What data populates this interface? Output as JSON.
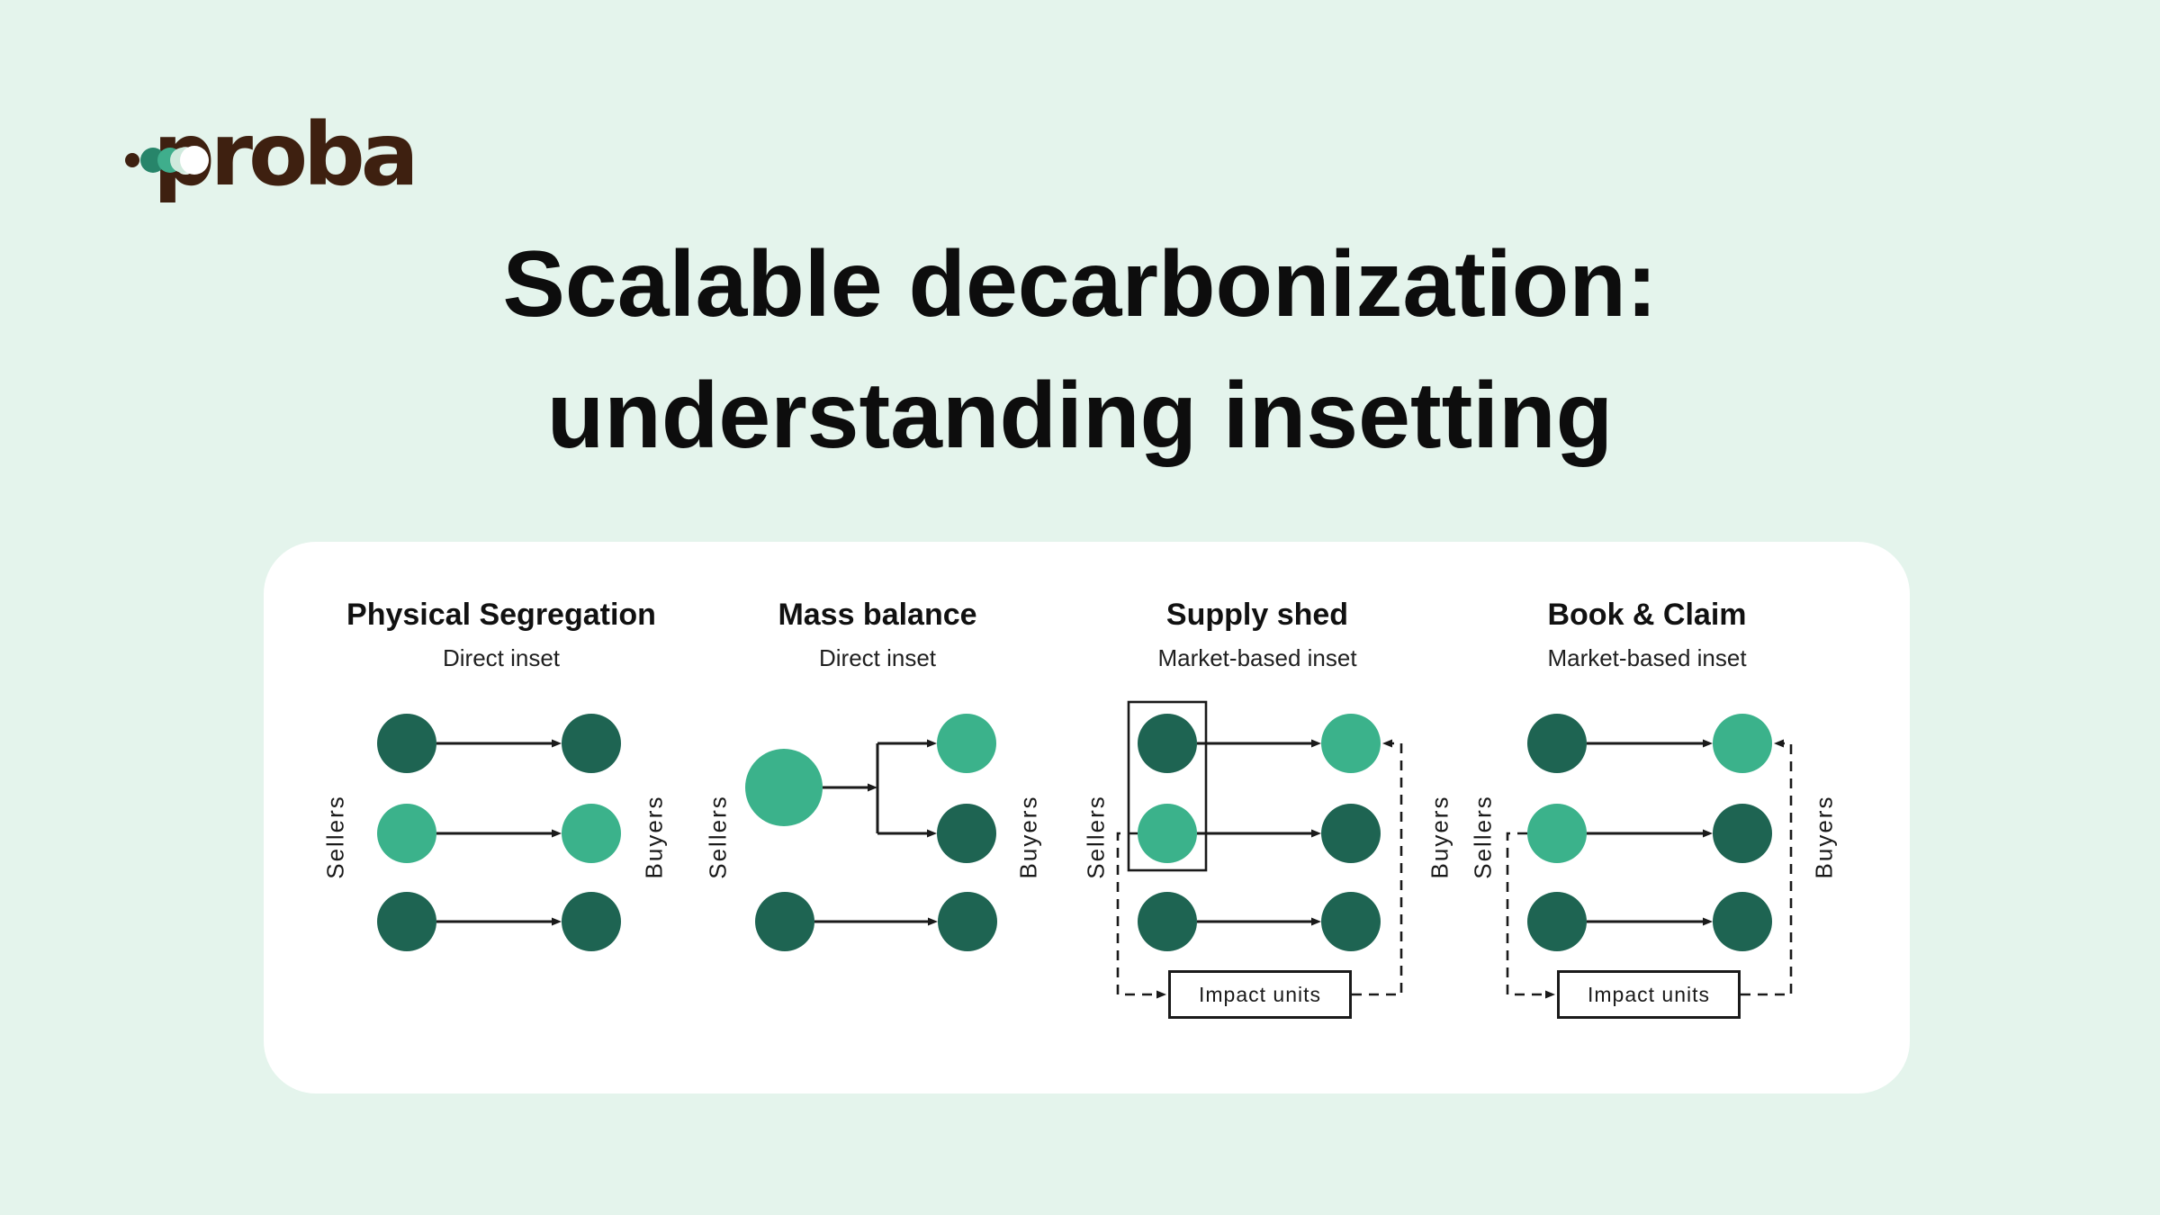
{
  "logo": {
    "text": "proba"
  },
  "title": {
    "line1": "Scalable decarbonization:",
    "line2": "understanding insetting"
  },
  "panels": [
    {
      "title": "Physical Segregation",
      "subtitle": "Direct inset",
      "left_label": "Sellers",
      "right_label": "Buyers"
    },
    {
      "title": "Mass balance",
      "subtitle": "Direct inset",
      "left_label": "Sellers",
      "right_label": "Buyers"
    },
    {
      "title": "Supply shed",
      "subtitle": "Market-based inset",
      "left_label": "Sellers",
      "right_label": "Buyers",
      "box_label": "Impact units"
    },
    {
      "title": "Book & Claim",
      "subtitle": "Market-based inset",
      "left_label": "Sellers",
      "right_label": "Buyers",
      "box_label": "Impact units"
    }
  ],
  "colors": {
    "bg": "#E4F4EC",
    "card": "#FFFFFF",
    "ink": "#1A1A1A",
    "dark-green": "#1E6452",
    "light-green": "#3BB28B",
    "brown": "#3E2010",
    "logo-green-1": "#27856A",
    "logo-green-2": "#3FAE8C",
    "logo-green-3": "#CFEADD"
  }
}
